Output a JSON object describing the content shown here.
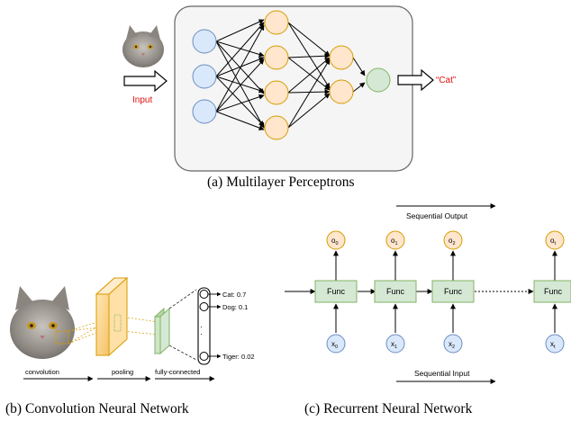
{
  "mlp": {
    "input_label": "Input",
    "output_label": "“Cat”",
    "caption": "(a)  Multilayer Perceptrons"
  },
  "cnn": {
    "outputs": [
      {
        "label": "Cat: 0.7"
      },
      {
        "label": "Dog: 0.1"
      },
      {
        "label": "Tiger: 0.02"
      }
    ],
    "stage_labels": [
      "convolution",
      "pooling",
      "fully-connected"
    ],
    "caption": "(b)  Convolution Neural Network"
  },
  "rnn": {
    "top_label": "Sequential Output",
    "bottom_label": "Sequential Input",
    "func_label": "Func",
    "cells": [
      {
        "out": "o",
        "out_sub": "0",
        "in": "x",
        "in_sub": "0"
      },
      {
        "out": "o",
        "out_sub": "1",
        "in": "x",
        "in_sub": "1"
      },
      {
        "out": "o",
        "out_sub": "2",
        "in": "x",
        "in_sub": "2"
      },
      {
        "out": "o",
        "out_sub": "t",
        "in": "x",
        "in_sub": "t"
      }
    ],
    "caption": "(c)  Recurrent Neural Network"
  },
  "colors": {
    "input_node": "#dae8fc",
    "input_stroke": "#6c8ebf",
    "hidden_node": "#ffe6cc",
    "hidden_stroke": "#d79b00",
    "output_node": "#d5e8d4",
    "output_stroke": "#82b366",
    "panel": "#f5f5f5",
    "red_text": "#e01010"
  }
}
